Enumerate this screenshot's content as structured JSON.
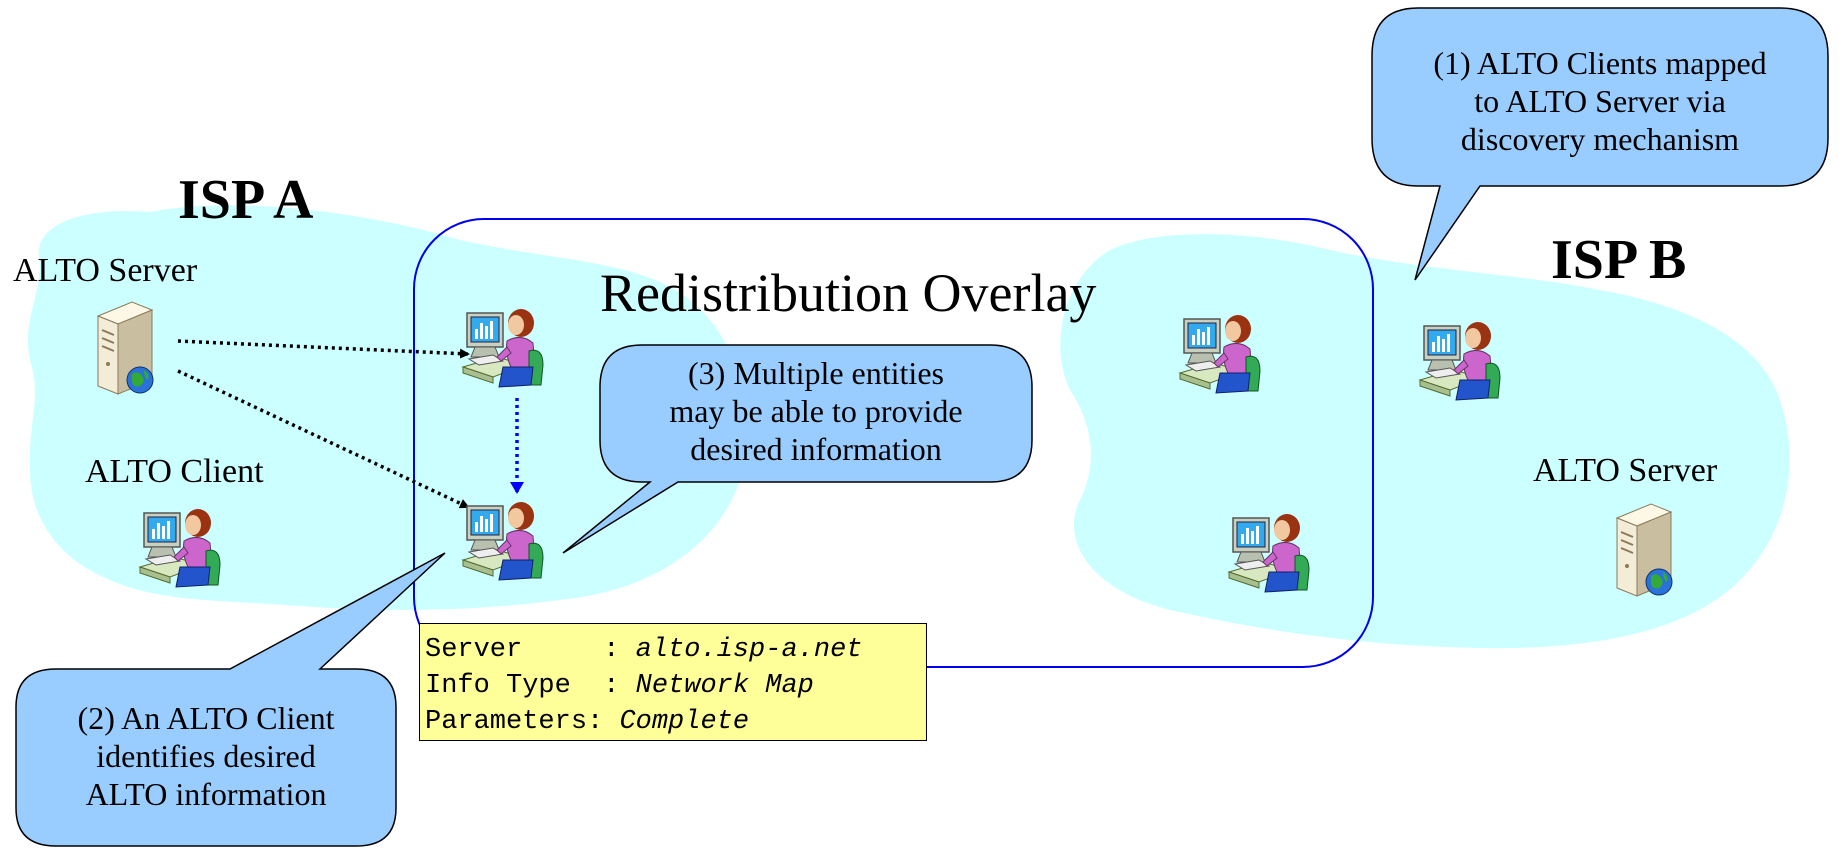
{
  "isp_a": {
    "name": "ISP A",
    "server_label": "ALTO Server",
    "client_label": "ALTO Client"
  },
  "isp_b": {
    "name": "ISP B",
    "server_label": "ALTO Server"
  },
  "overlay": {
    "title": "Redistribution Overlay"
  },
  "callouts": {
    "c1": [
      "(1) ALTO Clients mapped",
      "to ALTO Server via",
      "discovery mechanism"
    ],
    "c2": [
      "(2) An ALTO Client",
      "identifies desired",
      "ALTO information"
    ],
    "c3": [
      "(3) Multiple entities",
      "may be able to provide",
      "desired information"
    ]
  },
  "info": {
    "rows": [
      {
        "key": "Server     : ",
        "value": "alto.isp-a.net"
      },
      {
        "key": "Info Type  : ",
        "value": "Network Map"
      },
      {
        "key": "Parameters: ",
        "value": "Complete"
      }
    ]
  },
  "colors": {
    "isp_cloud": "#ccffff",
    "overlay_border": "#0000ee",
    "callout_fill": "#99ccff",
    "info_fill": "#ffff99",
    "arrow_blue": "#0000ff",
    "arrow_black": "#000000"
  },
  "icons": {
    "server": "server-computer-icon",
    "user": "user-at-computer-icon"
  }
}
